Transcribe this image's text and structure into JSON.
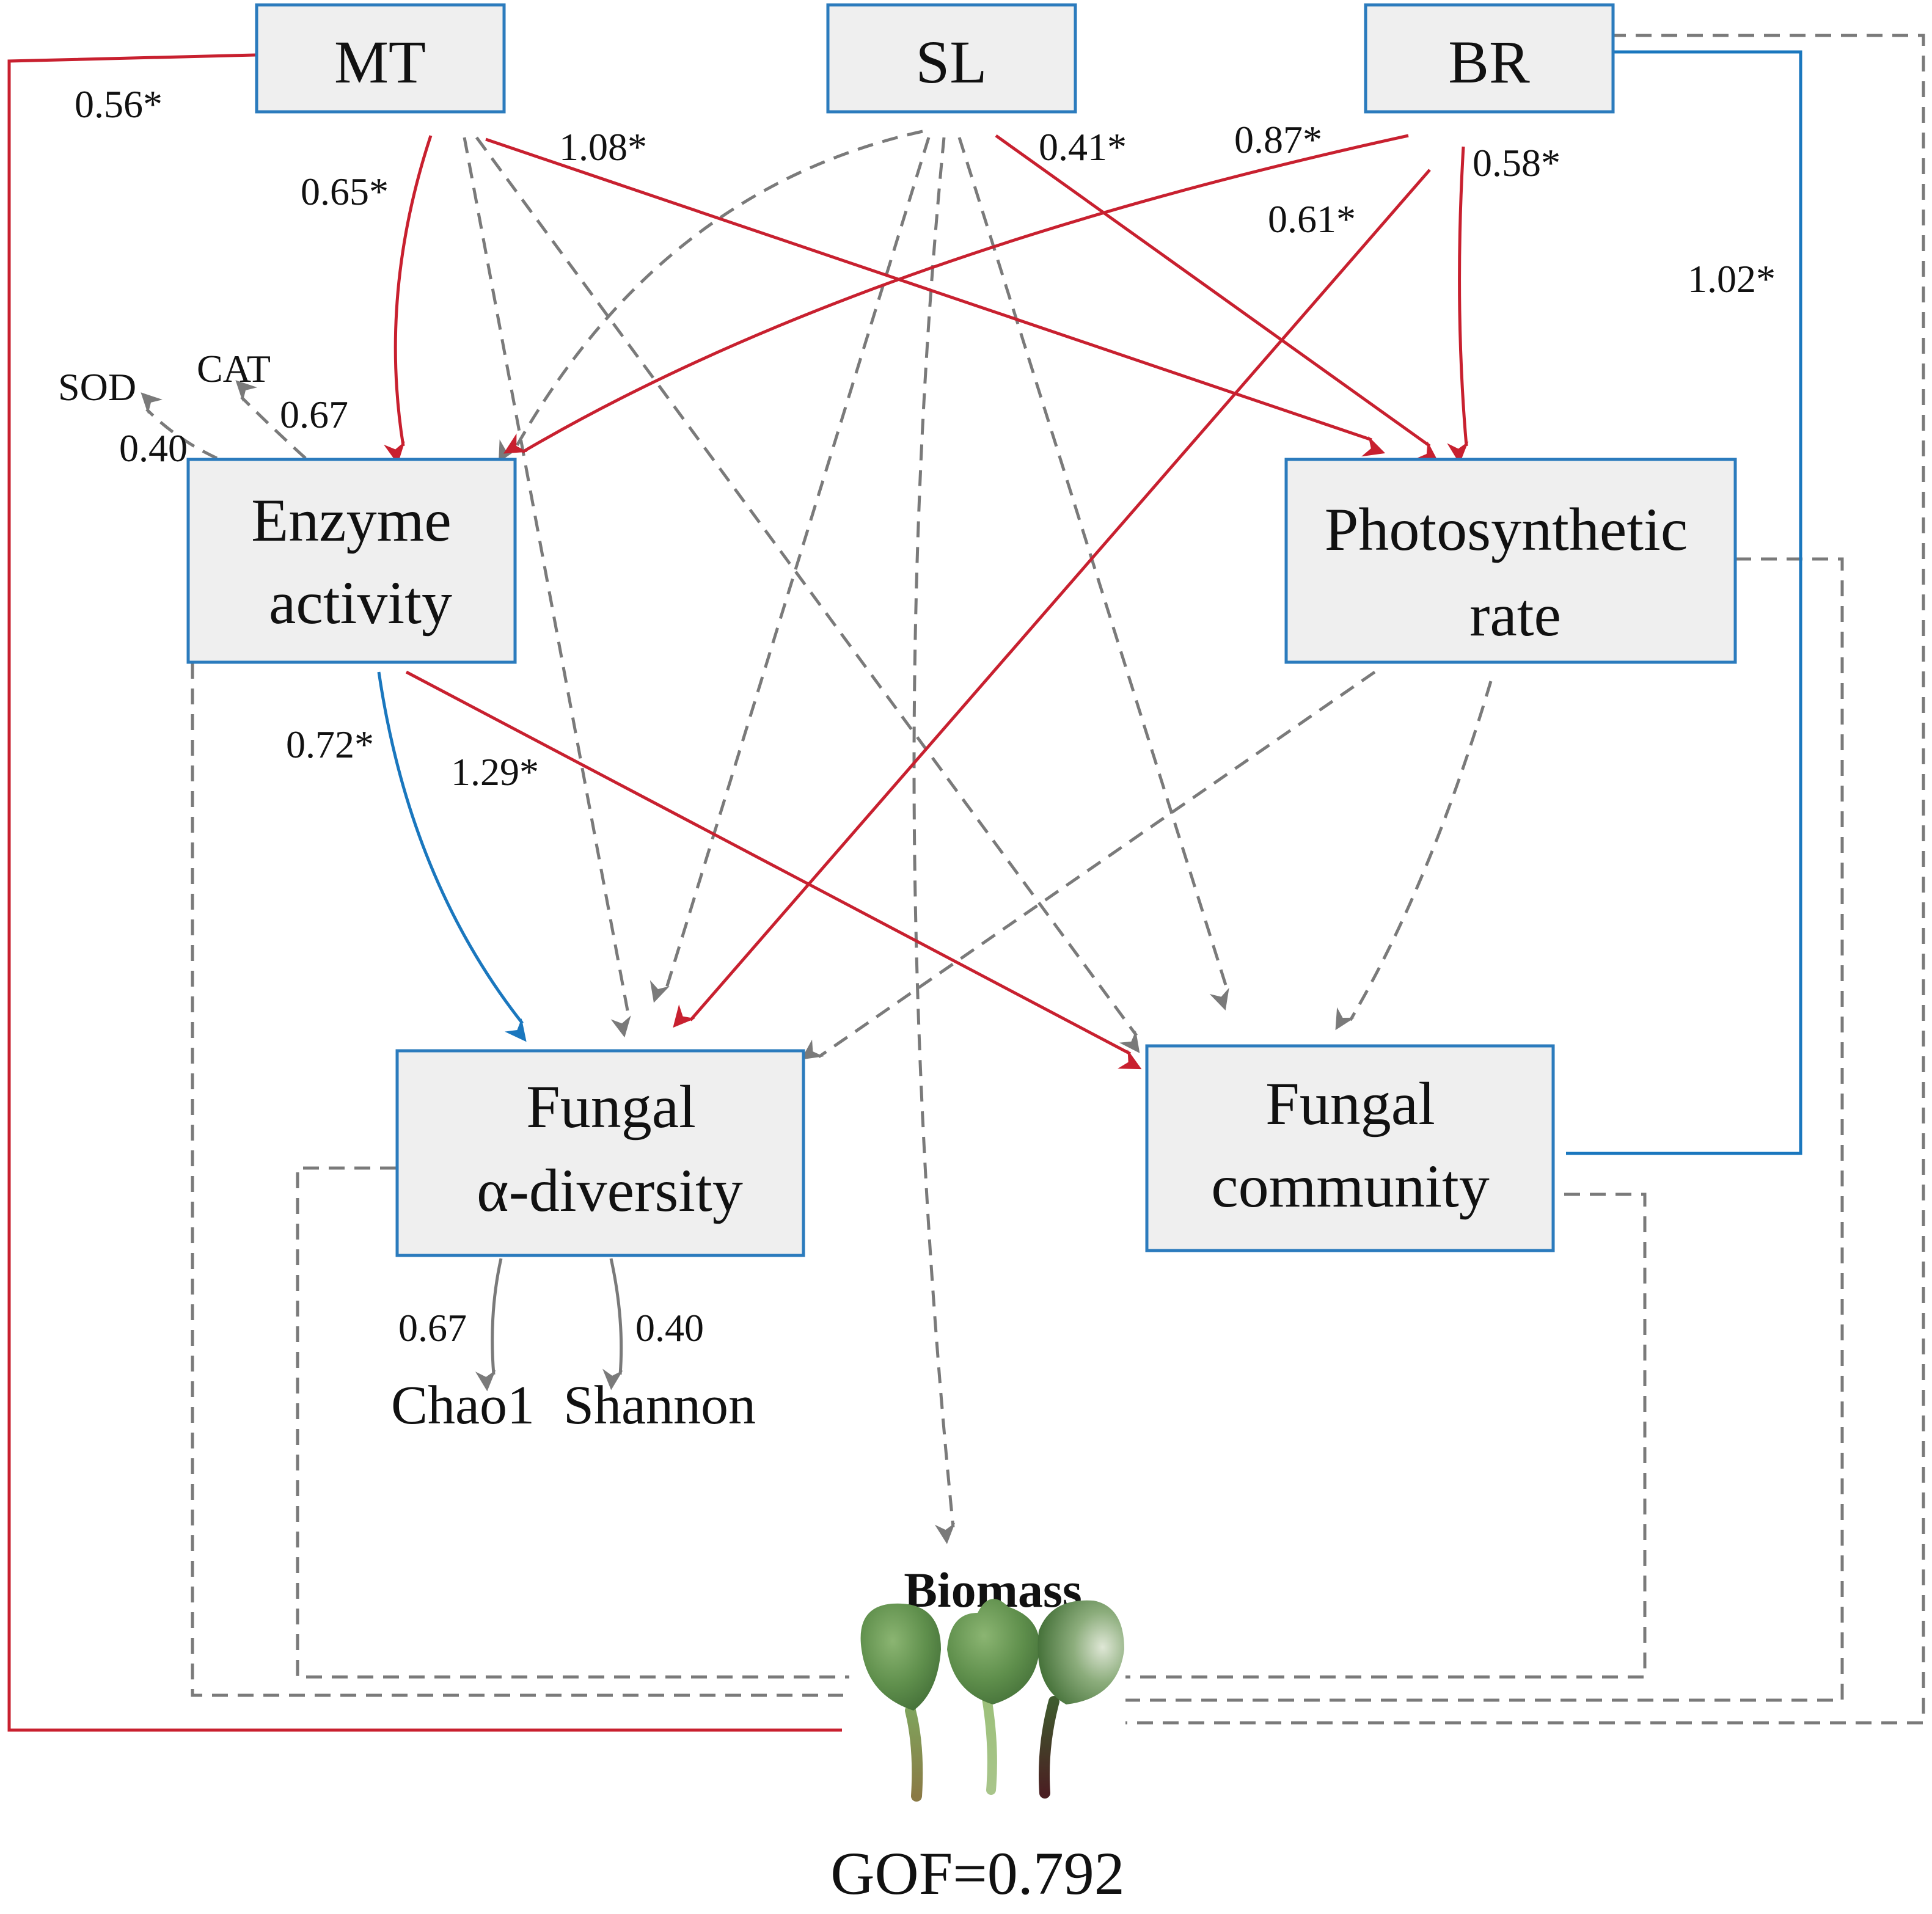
{
  "nodes": {
    "mt": "MT",
    "sl": "SL",
    "br": "BR",
    "enzyme_line1": "Enzyme",
    "enzyme_line2": "activity",
    "photo_line1": "Photosynthetic",
    "photo_line2": "rate",
    "alpha_line1": "Fungal",
    "alpha_line2": "α-diversity",
    "community_line1": "Fungal",
    "community_line2": "community"
  },
  "indicators": {
    "sod": "SOD",
    "cat": "CAT",
    "chao1": "Chao1",
    "shannon": "Shannon"
  },
  "loadings": {
    "sod": "0.40",
    "cat": "0.67",
    "chao1": "0.67",
    "shannon": "0.40"
  },
  "coefficients": {
    "mt_biomass": "0.56*",
    "mt_enzyme": "0.65*",
    "mt_photo": "1.08*",
    "sl_photo": "0.41*",
    "br_enzyme": "0.87*",
    "br_photo": "0.58*",
    "br_alpha": "0.61*",
    "br_biomass": "1.02*",
    "enzyme_alpha": "0.72*",
    "enzyme_community": "1.29*"
  },
  "outcome": {
    "label": "Biomass",
    "gof": "GOF=0.792"
  },
  "colors": {
    "positive_significant": "#c8202f",
    "negative_significant": "#1a77be",
    "non_significant": "#7a7a7a",
    "box_fill": "#efefef",
    "box_border": "#2b7bbd"
  }
}
